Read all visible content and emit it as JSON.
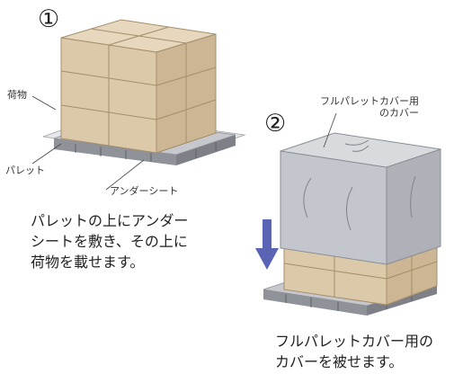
{
  "step1": {
    "number": "①",
    "cargo_label": "荷物",
    "pallet_label": "パレット",
    "under_sheet_label": "アンダーシート",
    "caption": "パレットの上にアンダー\nシートを敷き、その上に\n荷物を載せます。"
  },
  "step2": {
    "number": "②",
    "cover_label": "フルパレットカバー用\nのカバー",
    "caption": "フルパレットカバー用の\nカバーを被せます。"
  },
  "colors": {
    "box_front": "#dcc9aa",
    "box_side": "#cdb693",
    "box_top": "#e7d7bc",
    "pallet_top": "#c6c8cd",
    "pallet_side": "#8f9298",
    "cover_front": "#c3c6cc",
    "cover_side": "#aeb2b8",
    "cover_top": "#d8dade",
    "arrow": "#5b63b5"
  },
  "icons": {
    "down_arrow": "down-arrow-icon"
  }
}
